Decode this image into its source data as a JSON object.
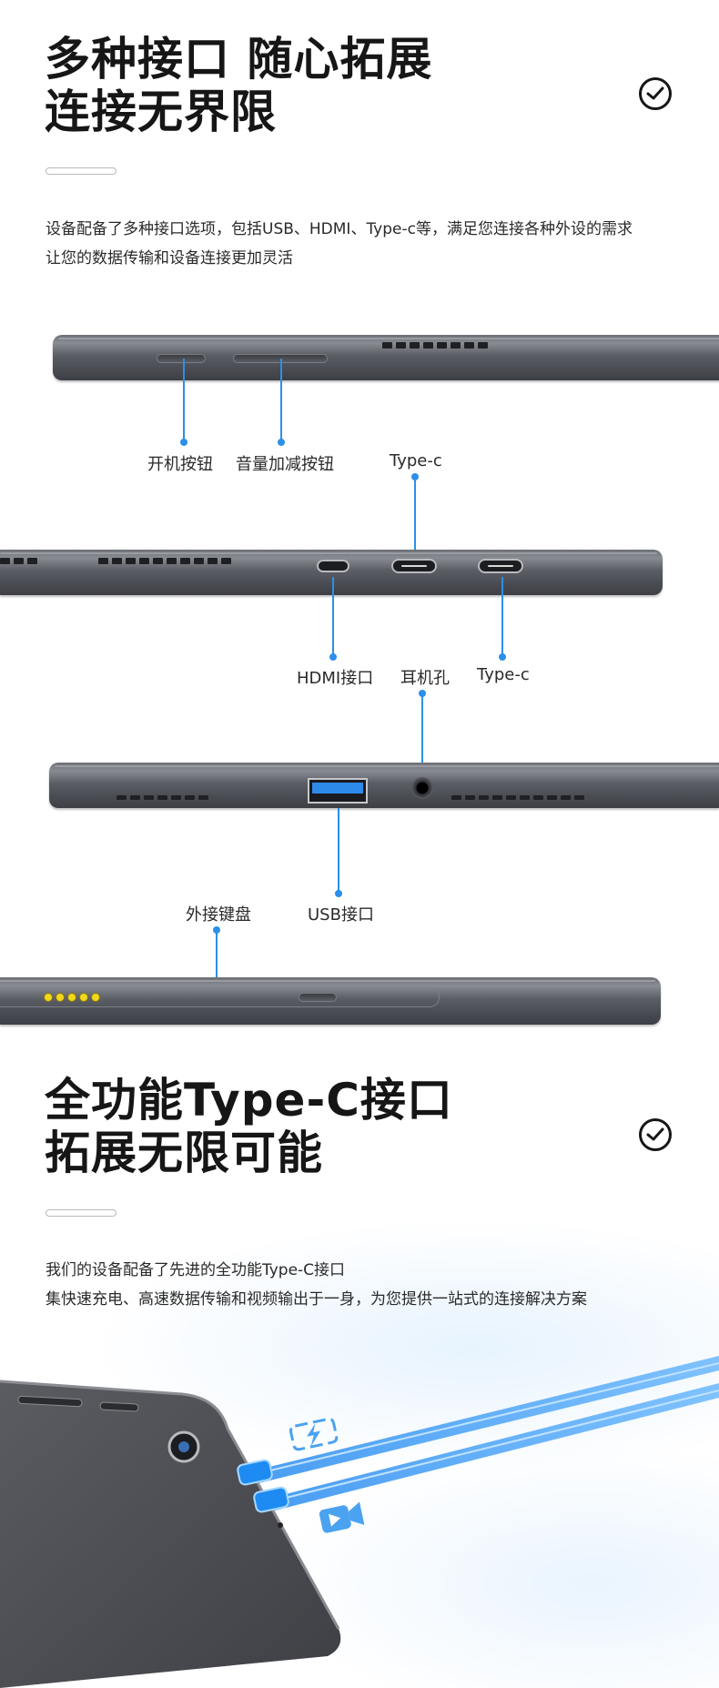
{
  "section1": {
    "heading_line1": "多种接口 随心拓展",
    "heading_line2": "连接无界限",
    "desc_line1": "设备配备了多种接口选项，包括USB、HDMI、Type-c等，满足您连接各种外设的需求",
    "desc_line2": "让您的数据传输和设备连接更加灵活"
  },
  "labels": {
    "power_button": "开机按钮",
    "volume_button": "音量加减按钮",
    "typec_top": "Type-c",
    "hdmi": "HDMI接口",
    "headphone": "耳机孔",
    "typec_bottom": "Type-c",
    "keyboard": "外接键盘",
    "usb": "USB接口"
  },
  "section2": {
    "heading_line1": "全功能Type-C接口",
    "heading_line2": "拓展无限可能",
    "desc_line1": "我们的设备配备了先进的全功能Type-C接口",
    "desc_line2": "集快速充电、高速数据传输和视频输出于一身，为您提供一站式的连接解决方案"
  },
  "colors": {
    "accent": "#2c8fe8",
    "device_gray": "#55575e",
    "heading": "#161616"
  },
  "icons": [
    "check-circle-icon",
    "charging-bolt-icon",
    "video-camera-icon"
  ]
}
